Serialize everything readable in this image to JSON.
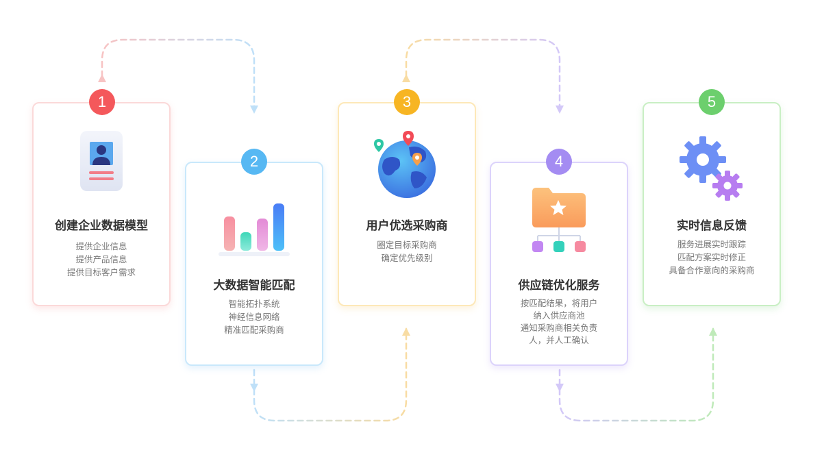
{
  "steps": [
    {
      "number": "1",
      "title": "创建企业数据模型",
      "lines": [
        "提供企业信息",
        "提供产品信息",
        "提供目标客户需求"
      ],
      "icon": "profile-card-icon",
      "color": "#f4585b"
    },
    {
      "number": "2",
      "title": "大数据智能匹配",
      "lines": [
        "智能拓扑系统",
        "神经信息网络",
        "精准匹配采购商"
      ],
      "icon": "bar-chart-icon",
      "color": "#57b8f3"
    },
    {
      "number": "3",
      "title": "用户优选采购商",
      "lines": [
        "圈定目标采购商",
        "确定优先级别"
      ],
      "icon": "globe-pins-icon",
      "color": "#f7b523"
    },
    {
      "number": "4",
      "title": "供应链优化服务",
      "lines": [
        "按匹配结果，将用户",
        "纳入供应商池",
        "通知采购商相关负责",
        "人，并人工确认"
      ],
      "icon": "folder-network-icon",
      "color": "#a48cf2"
    },
    {
      "number": "5",
      "title": "实时信息反馈",
      "lines": [
        "服务进展实时跟踪",
        "匹配方案实时修正",
        "具备合作意向的采购商"
      ],
      "icon": "gears-icon",
      "color": "#6ccf6d"
    }
  ]
}
